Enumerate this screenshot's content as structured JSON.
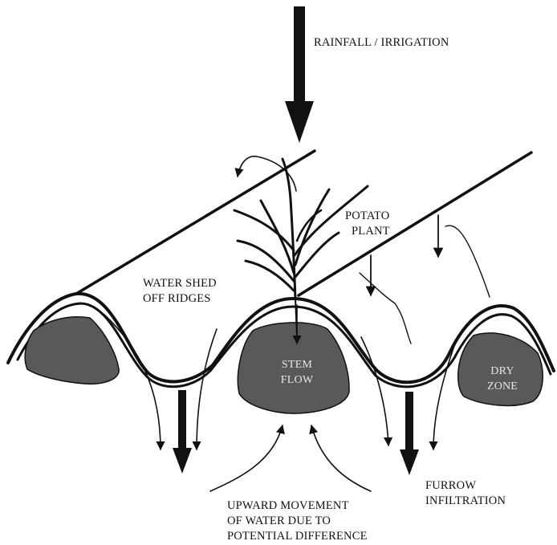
{
  "labels": {
    "rainfall": "RAINFALL / IRRIGATION",
    "potato_plant_1": "POTATO",
    "potato_plant_2": "PLANT",
    "water_shed_1": "WATER SHED",
    "water_shed_2": "OFF RIDGES",
    "stem_flow_1": "STEM",
    "stem_flow_2": "FLOW",
    "dry_zone_1": "DRY",
    "dry_zone_2": "ZONE",
    "furrow_1": "FURROW",
    "furrow_2": "INFILTRATION",
    "upward_1": "UPWARD MOVEMENT",
    "upward_2": "OF WATER DUE TO",
    "upward_3": "POTENTIAL DIFFERENCE"
  },
  "colors": {
    "ink": "#111111",
    "soil_zone": "#595959",
    "dark_label": "#e6e6e6"
  }
}
